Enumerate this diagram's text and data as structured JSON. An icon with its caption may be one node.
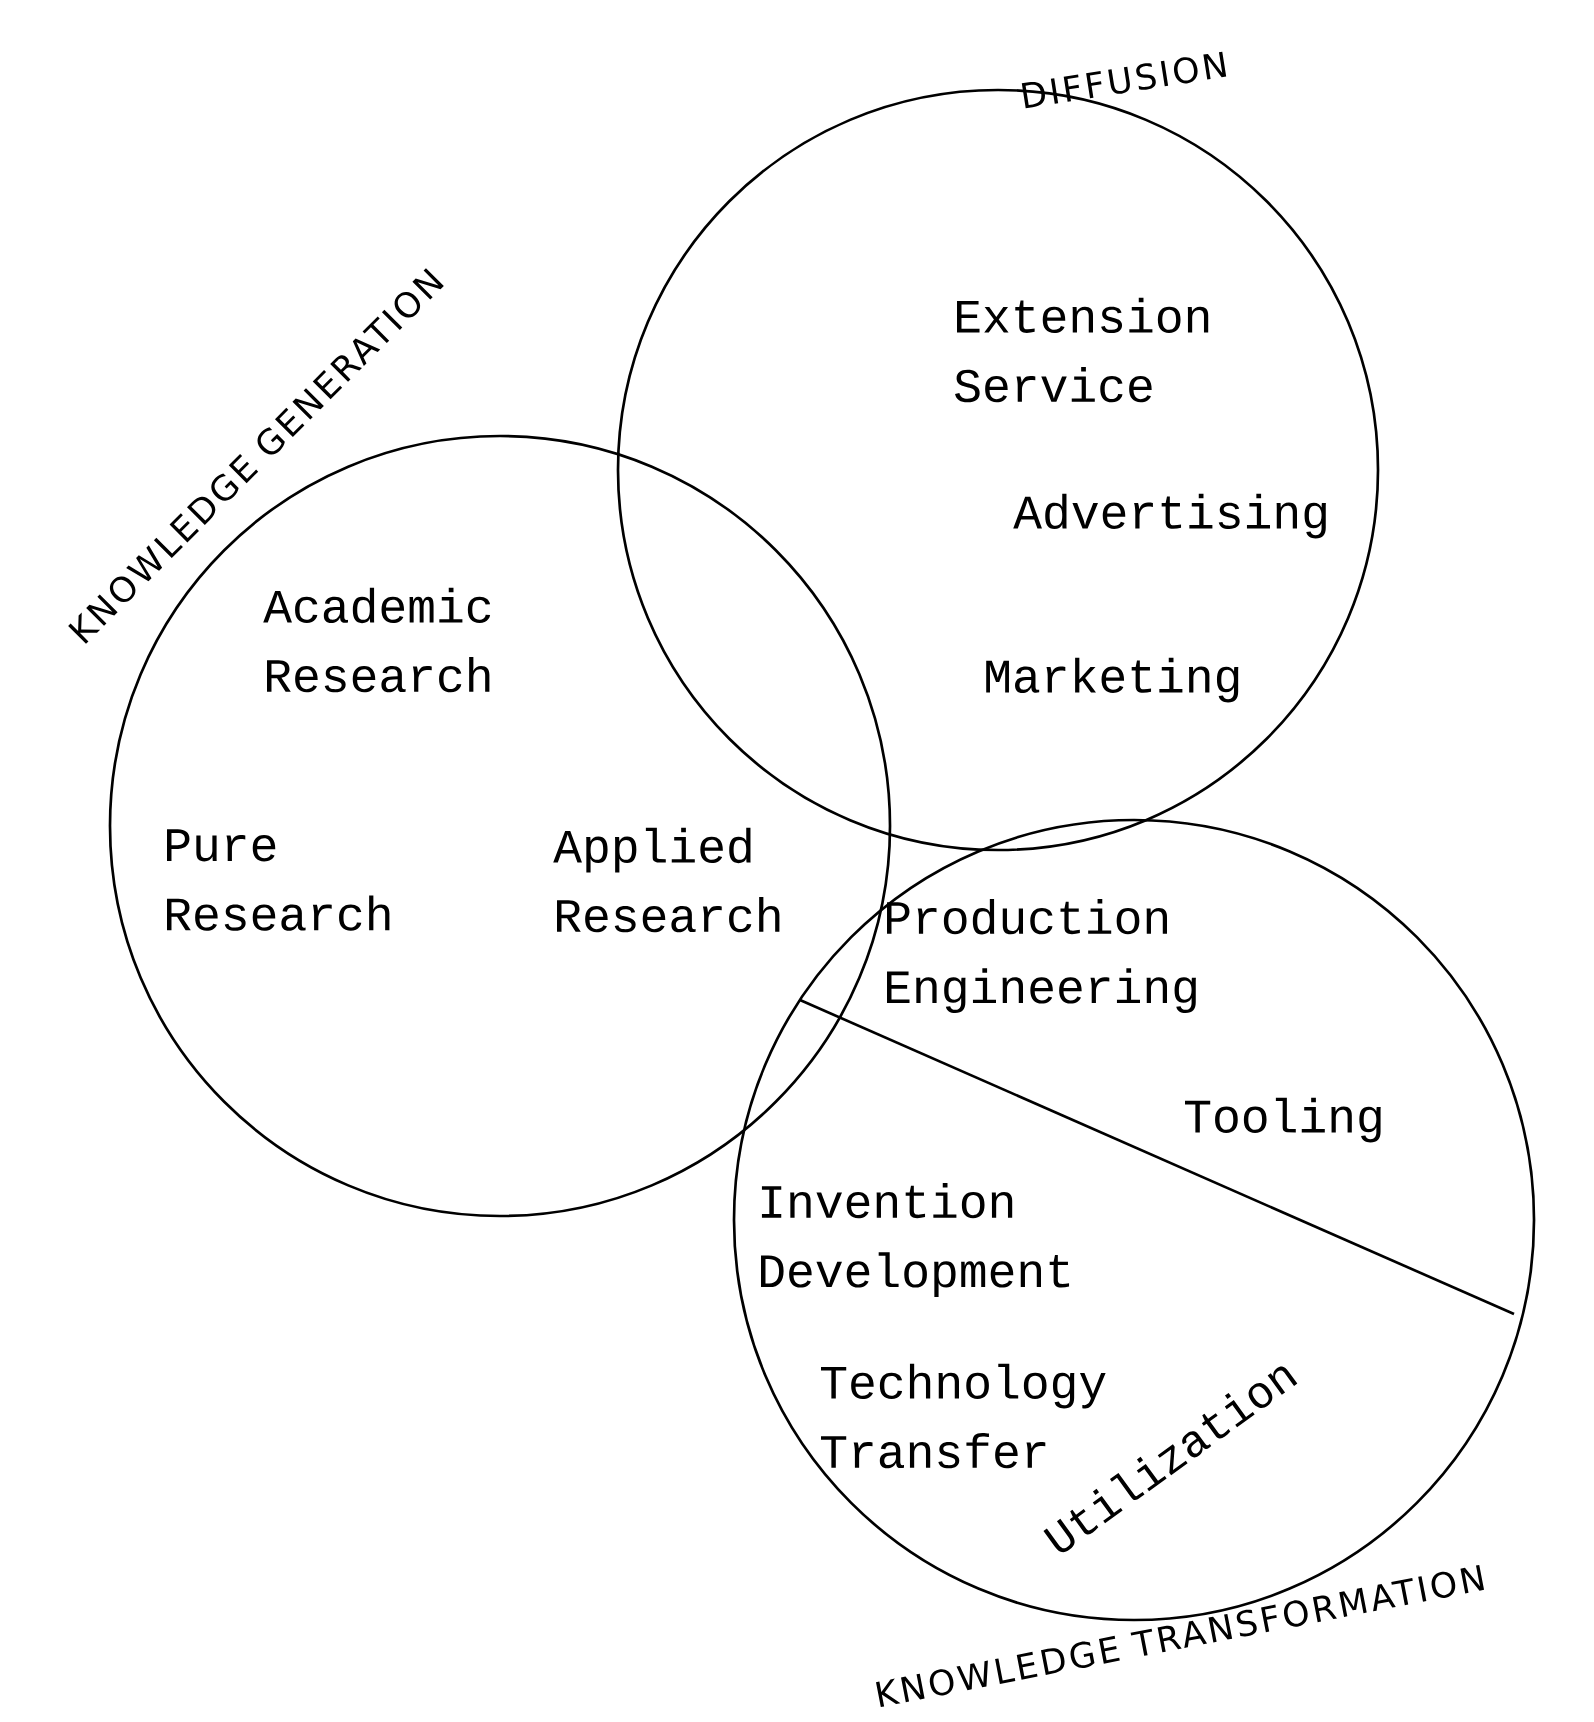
{
  "diagram": {
    "nodes": [
      {
        "text": [
          "KNOWLEDGE GENERATION",
          "Academic Research",
          "Pure Research",
          "Applied Research"
        ]
      },
      {
        "text": [
          "DIFFUSION",
          "Extension Service",
          "Advertising",
          "Marketing"
        ]
      },
      {
        "text": [
          "KNOWLEDGE TRANSFORMATION",
          "Production Engineering",
          "Tooling",
          "Invention Development",
          "Technology Transfer",
          "Utilization"
        ]
      }
    ]
  }
}
